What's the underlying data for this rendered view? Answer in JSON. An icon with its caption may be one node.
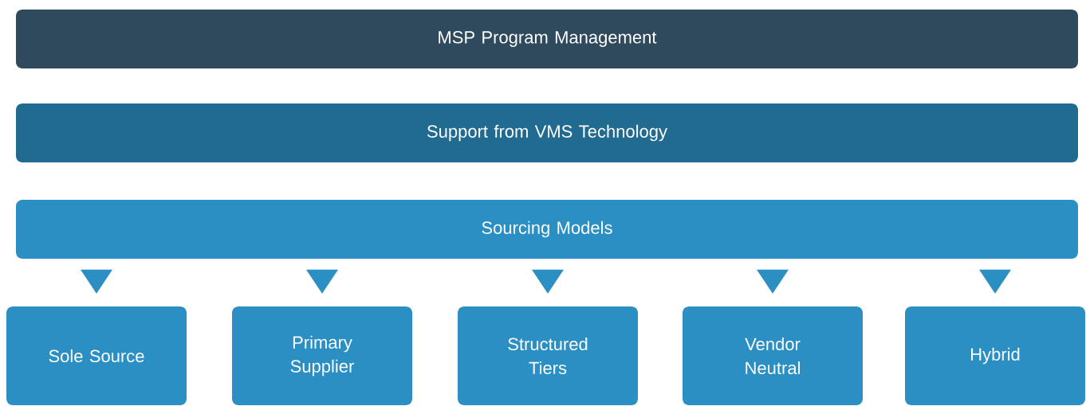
{
  "diagram": {
    "nodes": [
      {
        "text": [
          "MSP Program Management"
        ]
      },
      {
        "text": [
          "Support from VMS Technology"
        ]
      },
      {
        "text": [
          "Sourcing Models"
        ]
      },
      {
        "text": [
          "Sole Source"
        ]
      },
      {
        "text": [
          "Primary Supplier"
        ]
      },
      {
        "text": [
          "Structured Tiers"
        ]
      },
      {
        "text": [
          "Vendor Neutral"
        ]
      },
      {
        "text": [
          "Hybrid"
        ]
      }
    ],
    "edges": [
      {
        "from": 2,
        "to": 3,
        "arrow": "to"
      },
      {
        "from": 2,
        "to": 4,
        "arrow": "to"
      },
      {
        "from": 2,
        "to": 5,
        "arrow": "to"
      },
      {
        "from": 2,
        "to": 6,
        "arrow": "to"
      },
      {
        "from": 2,
        "to": 7,
        "arrow": "to"
      }
    ]
  }
}
